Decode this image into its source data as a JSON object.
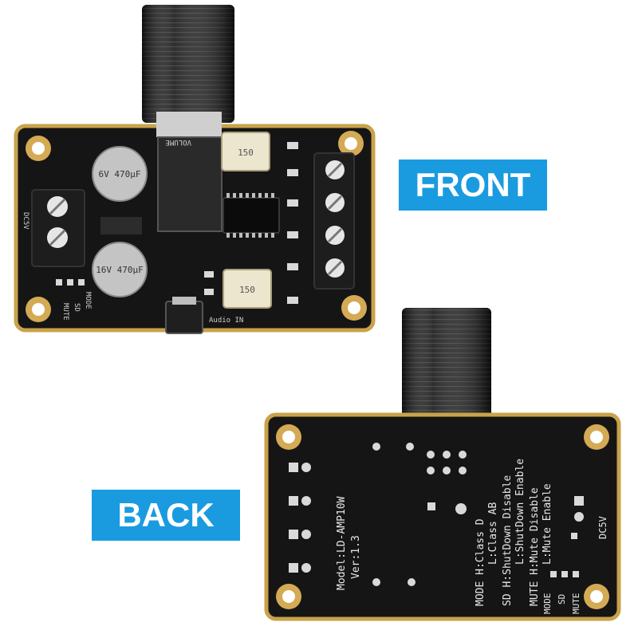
{
  "labels": {
    "front": "FRONT",
    "back": "BACK"
  },
  "colors": {
    "label_bg": "#1a9be0",
    "pcb": "#151515",
    "pcb_edge": "#c9a24a",
    "knob": "#1c1c1c"
  },
  "front_board": {
    "cap_top": "6V 470µF",
    "cap_bottom": "16V 470µF",
    "inductor": "150",
    "silk_volume": "VOLUME",
    "silk_audio_in": "Audio IN",
    "silk_dc": "DC5V",
    "silk_mode": "MODE",
    "silk_sd": "SD",
    "silk_mute": "MUTE"
  },
  "back_board": {
    "silk_lines": [
      "Model:LD-AMP10W",
      "Ver:1.3",
      "MODE H:Class D",
      "L:Class AB",
      "SD H:ShutDown Disable",
      "L:ShutDown Enable",
      "MUTE H:Mute Disable",
      "L:Mute Enable"
    ],
    "silk_dc": "DC5V",
    "silk_mode": "MODE",
    "silk_sd": "SD",
    "silk_mute": "MUTE"
  }
}
